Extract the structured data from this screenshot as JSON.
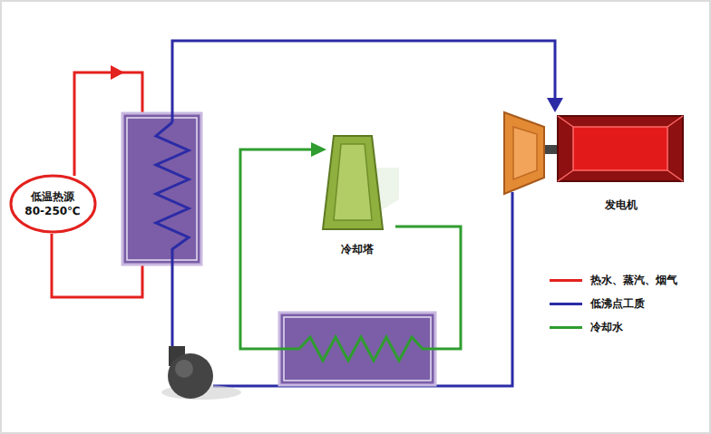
{
  "diagram": {
    "nodes": [
      {
        "text": [
          "低温热源",
          "80-250℃"
        ]
      },
      {
        "text": [
          "冷却塔"
        ]
      },
      {
        "text": [
          "发电机"
        ]
      }
    ],
    "legend": [
      {
        "text": "热水、蒸汽、烟气",
        "color": "#e3211e"
      },
      {
        "text": "低沸点工质",
        "color": "#2b2ba6"
      },
      {
        "text": "冷却水",
        "color": "#2f9d2f"
      }
    ]
  }
}
